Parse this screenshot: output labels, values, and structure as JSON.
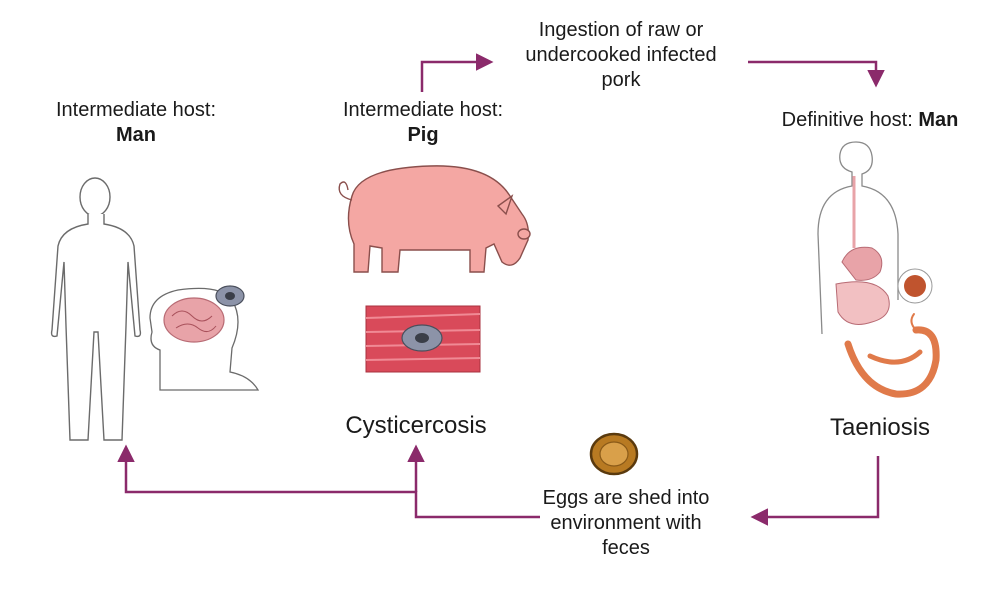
{
  "nodes": {
    "human_host": {
      "role": "Intermediate host:",
      "name": "Man"
    },
    "pig_host": {
      "role": "Intermediate host:",
      "name": "Pig"
    },
    "definitive_host": {
      "role": "Definitive host:",
      "name": "Man"
    },
    "cysticercosis": "Cysticercosis",
    "taeniosis": "Taeniosis",
    "ingestion": [
      "Ingestion of raw or",
      "undercooked infected",
      "pork"
    ],
    "eggs": [
      "Eggs are shed into",
      "environment with",
      "feces"
    ]
  },
  "colors": {
    "arrow": "#8b2a6b",
    "pig": "#f4a7a3",
    "muscle": "#d94a5a",
    "cyst": "#8c93a8",
    "egg": "#b87a22",
    "worm": "#e07a4a",
    "brain": "#e8a3a8"
  }
}
